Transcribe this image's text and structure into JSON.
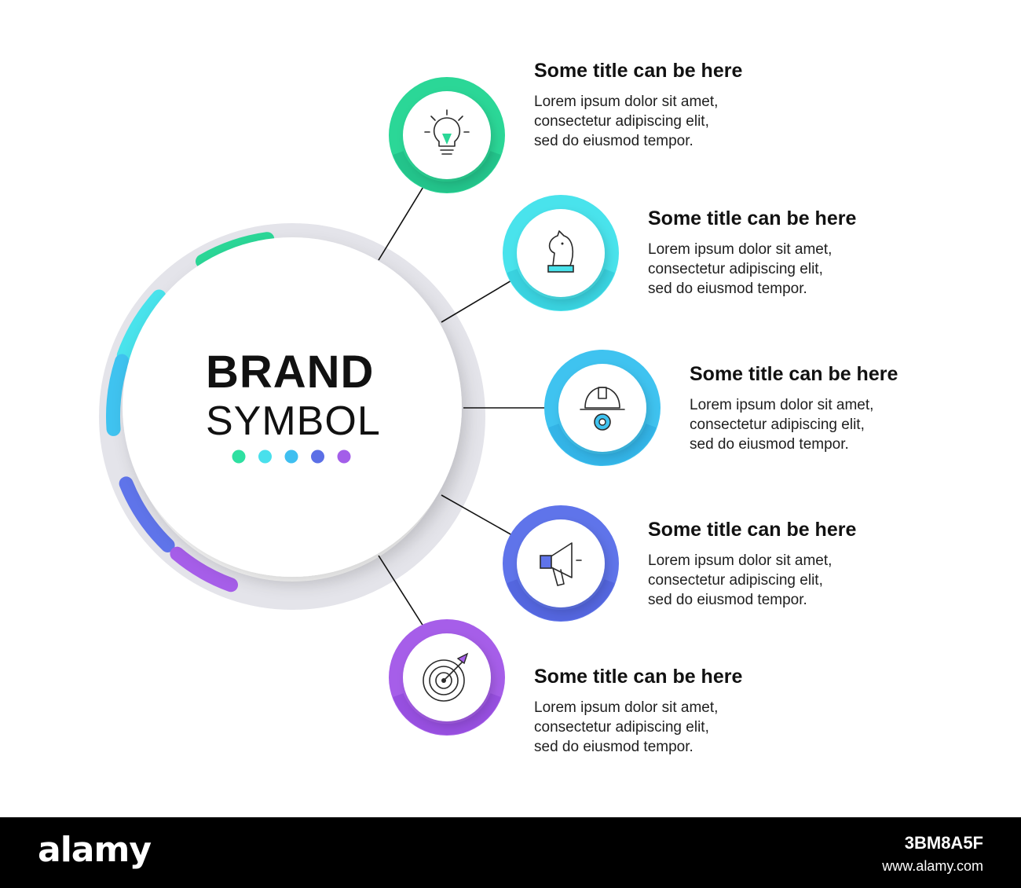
{
  "brand": {
    "line1": "BRAND",
    "line2": "SYMBOL"
  },
  "dot_colors": [
    "#2ee0a1",
    "#49e0ec",
    "#3fbff0",
    "#5b6fe6",
    "#a35ee9"
  ],
  "steps": [
    {
      "title": "Some title can be here",
      "body": [
        "Lorem ipsum dolor sit amet,",
        "consectetur adipiscing elit,",
        "sed do eiusmod tempor."
      ],
      "icon": "lightbulb-icon",
      "color": "#2bd797",
      "color_dark": "#1eb582"
    },
    {
      "title": "Some title can be here",
      "body": [
        "Lorem ipsum dolor sit amet,",
        "consectetur adipiscing elit,",
        "sed do eiusmod tempor."
      ],
      "icon": "chess-knight-icon",
      "color": "#49e3ec",
      "color_dark": "#2cc4d6"
    },
    {
      "title": "Some title can be here",
      "body": [
        "Lorem ipsum dolor sit amet,",
        "consectetur adipiscing elit,",
        "sed do eiusmod tempor."
      ],
      "icon": "hardhat-gear-icon",
      "color": "#3fc3f0",
      "color_dark": "#2aa7e0"
    },
    {
      "title": "Some title can be here",
      "body": [
        "Lorem ipsum dolor sit amet,",
        "consectetur adipiscing elit,",
        "sed do eiusmod tempor."
      ],
      "icon": "megaphone-icon",
      "color": "#5f74ea",
      "color_dark": "#4a5bd6"
    },
    {
      "title": "Some title can be here",
      "body": [
        "Lorem ipsum dolor sit amet,",
        "consectetur adipiscing elit,",
        "sed do eiusmod tempor."
      ],
      "icon": "target-arrow-icon",
      "color": "#a65ee9",
      "color_dark": "#8a44d8"
    }
  ],
  "footer": {
    "logo": "alamy",
    "image_id": "3BM8A5F",
    "site": "www.alamy.com"
  }
}
